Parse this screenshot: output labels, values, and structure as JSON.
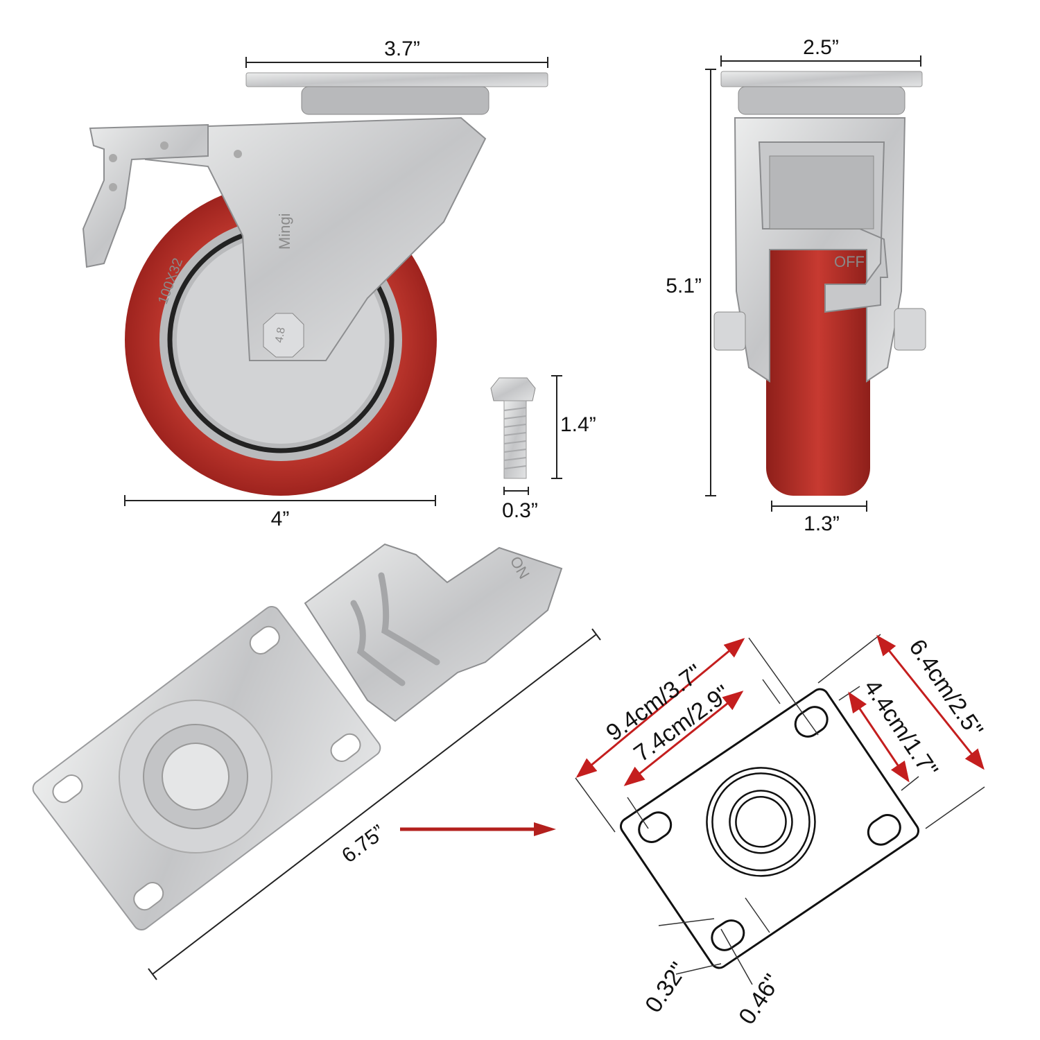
{
  "side_view": {
    "plate_width": "3.7”",
    "wheel_diameter": "4”",
    "tire_marking": "100X32",
    "bracket_marking": "Mingi",
    "bolt_marking": "4.8"
  },
  "bolt": {
    "length": "1.4”",
    "diameter": "0.3”"
  },
  "front_view": {
    "plate_width": "2.5”",
    "total_height": "5.1”",
    "wheel_width": "1.3”",
    "brake_marking": "OFF"
  },
  "top_view": {
    "diagonal_length": "6.75”",
    "lever_marking": "ON"
  },
  "plate_drawing": {
    "length": "9.4cm/3.7\"",
    "hole_spacing_length": "7.4cm/2.9\"",
    "width": "6.4cm/2.5\"",
    "hole_spacing_width": "4.4cm/1.7\"",
    "hole_width": "0.32\"",
    "hole_length": "0.46\""
  },
  "colors": {
    "tire": "#b5302a",
    "metal": "#c9cacc",
    "arrow": "#b3201d",
    "dimension_arrow": "#c41e1e"
  }
}
